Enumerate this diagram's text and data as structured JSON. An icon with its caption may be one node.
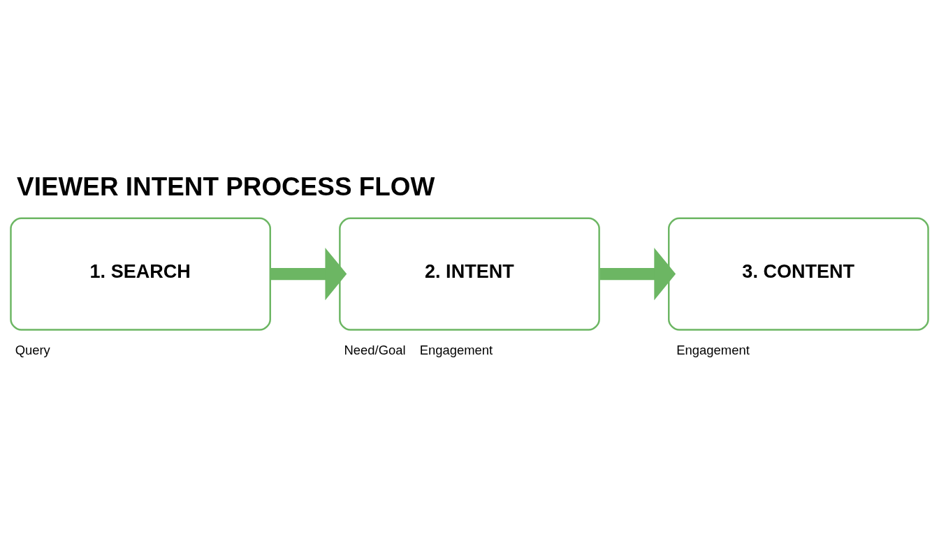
{
  "diagram": {
    "title": "VIEWER INTENT PROCESS FLOW",
    "nodes": [
      {
        "text": [
          "1. SEARCH"
        ],
        "beside": [
          "Query"
        ]
      },
      {
        "text": [
          "2. INTENT"
        ],
        "beside": [
          "Need/Goal",
          "Engagement"
        ]
      },
      {
        "text": [
          "3. CONTENT"
        ],
        "beside": [
          "Engagement"
        ]
      }
    ],
    "edges": [
      {
        "from": 0,
        "to": 1,
        "arrow": "to"
      },
      {
        "from": 1,
        "to": 2,
        "arrow": "to"
      }
    ]
  }
}
